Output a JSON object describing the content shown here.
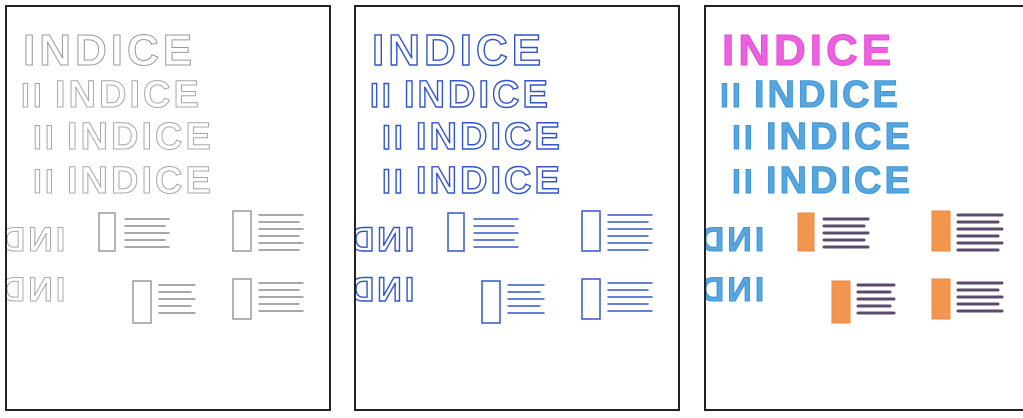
{
  "panels": [
    {
      "id": "pencil",
      "style": "pencil",
      "stroke": "#9a9a9a",
      "title_text": "INDICE",
      "row_text": "INDICE",
      "partial_text": "IND",
      "title_color": "#9a9a9a",
      "row_color": "#a8a8a8",
      "block_color": "#9a9a9a",
      "line_color": "#8c8c8c"
    },
    {
      "id": "blue-pen",
      "style": "pen",
      "stroke": "#3355cc",
      "title_text": "INDICE",
      "row_text": "INDICE",
      "partial_text": "IND",
      "title_color": "#3355cc",
      "row_color": "#3355cc",
      "block_color": "#3355cc",
      "line_color": "#3355cc"
    },
    {
      "id": "color-marker",
      "style": "marker",
      "stroke": "#3b97d9",
      "title_text": "INDICE",
      "row_text": "INDICE",
      "partial_text": "IND",
      "title_color": "#e847d8",
      "row_color": "#3b97d9",
      "block_color": "#f08a3c",
      "line_color": "#5b4a6e"
    }
  ]
}
